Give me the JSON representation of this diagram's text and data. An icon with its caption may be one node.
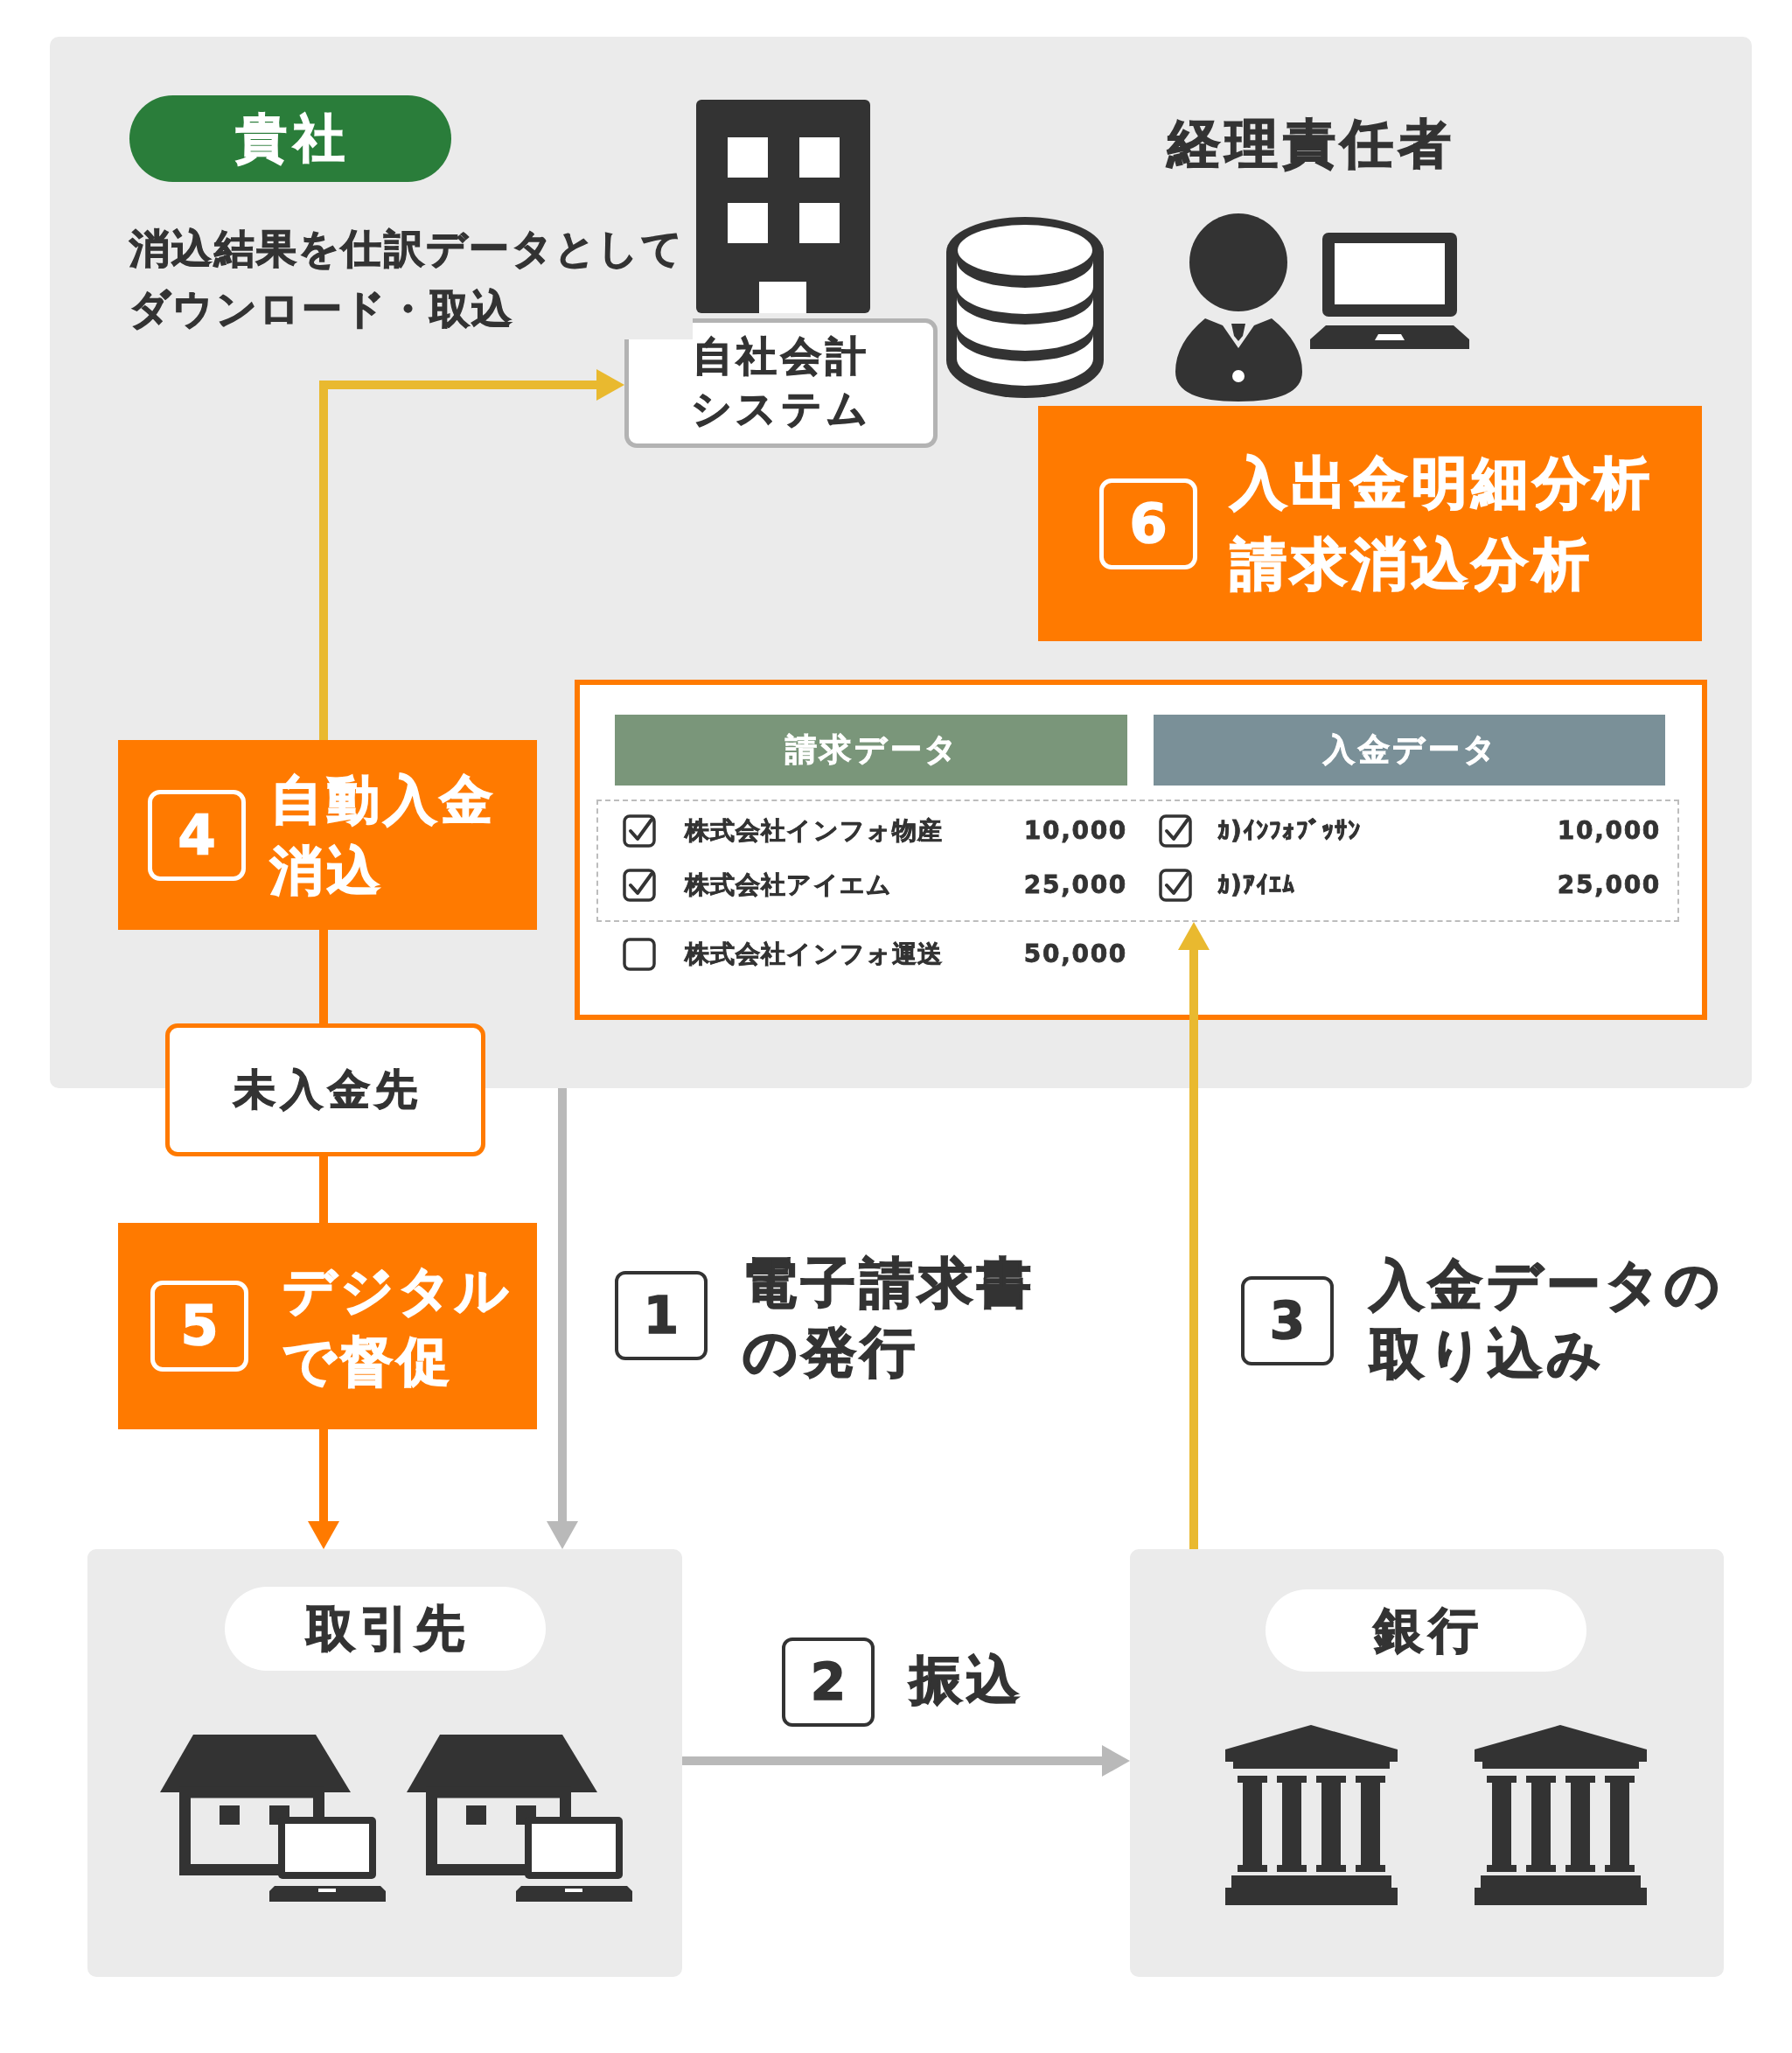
{
  "diagram": {
    "nodes": [
      {
        "text": [
          "貴社"
        ]
      },
      {
        "text": [
          "自社会計システム"
        ],
        "in": 0
      },
      {
        "text": [
          "6",
          "入出金明細分析請求消込分析"
        ],
        "in": 0
      },
      {
        "text": [],
        "shape": "box",
        "in": 0
      },
      {
        "text": [
          "請求データ"
        ],
        "in": 3
      },
      {
        "text": [
          "入金データ"
        ],
        "in": 3
      },
      {
        "text": [],
        "shape": "box",
        "in": 3
      },
      {
        "text": [
          "4",
          "自動入金消込"
        ],
        "in": 0
      },
      {
        "text": [
          "未入金先"
        ]
      },
      {
        "text": [
          "5",
          "デジタルで督促"
        ]
      },
      {
        "text": [
          "取引先"
        ]
      },
      {
        "text": [
          "銀行"
        ]
      }
    ],
    "edges": [
      {
        "from": 7,
        "to": 1,
        "arrow": "to",
        "label": "消込結果を仕訳データとしてダウンロード・取込",
        "color": "#e9b92f"
      },
      {
        "from": 7,
        "to": 8,
        "arrow": "none"
      },
      {
        "from": 8,
        "to": 9,
        "arrow": "none"
      },
      {
        "from": 0,
        "to": 10,
        "arrow": "to",
        "label": "電子請求書の発行",
        "color": "#b9b9b9"
      },
      {
        "from": 9,
        "to": 10,
        "arrow": "to"
      },
      {
        "from": 11,
        "to": 6,
        "arrow": "to",
        "label": "入金データの取り込み",
        "color": "#e9b92f"
      },
      {
        "from": 10,
        "to": 11,
        "arrow": "to",
        "label": "振込",
        "color": "#b9b9b9"
      }
    ],
    "labels": [
      "経理責任者",
      "株式会社インフォ物産",
      "10,000",
      "ｶ)ｲﾝﾌｫﾌﾞｯｻﾝ",
      "10,000",
      "株式会社アイエム",
      "25,000",
      "ｶ)ｱｲｴﾑ",
      "25,000",
      "株式会社インフォ運送",
      "50,000",
      "1",
      "3",
      "2"
    ]
  }
}
